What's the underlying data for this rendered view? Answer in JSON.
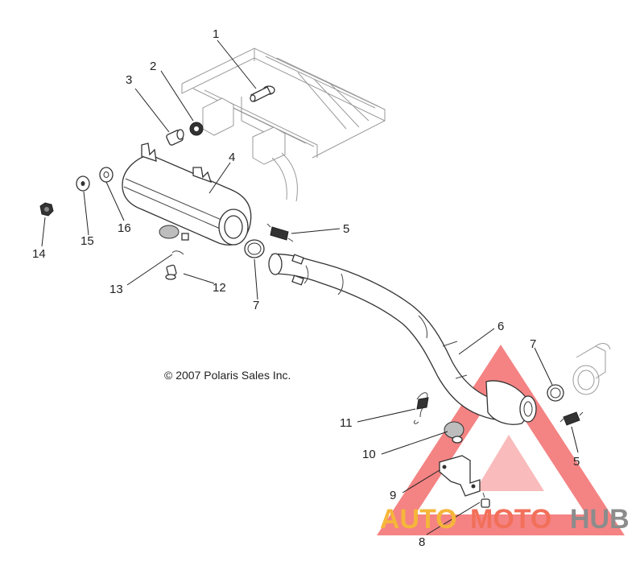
{
  "copyright": "© 2007 Polaris Sales Inc.",
  "watermark": {
    "part1": "AUTO",
    "part2": "MOTO",
    "part3": "HUB",
    "colors": {
      "auto": "#f5b63a",
      "moto": "#f26f5a",
      "hub": "#8c8c8c",
      "triangle": "#f15a5a"
    }
  },
  "callouts": {
    "c1": "1",
    "c2": "2",
    "c3": "3",
    "c4": "4",
    "c5a": "5",
    "c5b": "5",
    "c6": "6",
    "c7a": "7",
    "c7b": "7",
    "c8": "8",
    "c9": "9",
    "c10": "10",
    "c11": "11",
    "c12": "12",
    "c13": "13",
    "c14": "14",
    "c15": "15",
    "c16": "16"
  }
}
